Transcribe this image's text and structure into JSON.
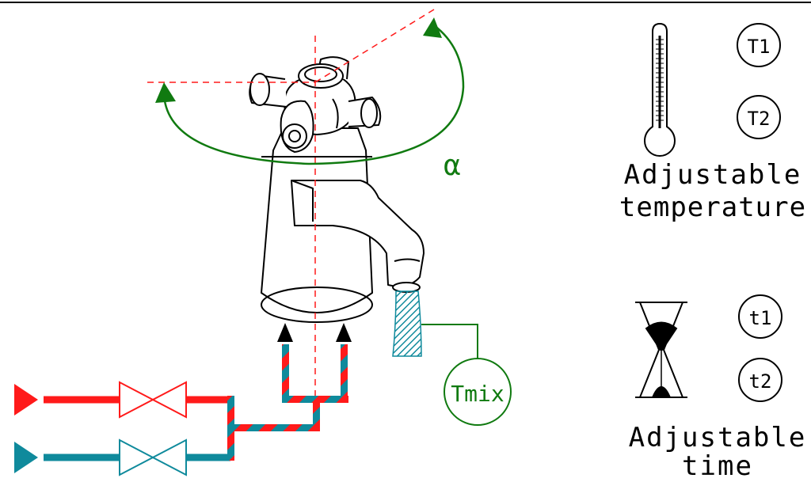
{
  "labels": {
    "alpha": "α",
    "T1": "T1",
    "T2": "T2",
    "temp_line1": "Adjustable",
    "temp_line2": "temperature",
    "t1": "t1",
    "t2": "t2",
    "time_line1": "Adjustable",
    "time_line2": "time",
    "tmix": "Tmix"
  },
  "colors": {
    "hot": "#ff1a1a",
    "cold": "#0f8a9c",
    "rotation": "#107a10",
    "sensor": "#107a10",
    "axis": "#ff1a1a",
    "outline": "#000000"
  },
  "icons": {
    "thermometer": "thermometer-icon",
    "hourglass": "hourglass-icon"
  }
}
